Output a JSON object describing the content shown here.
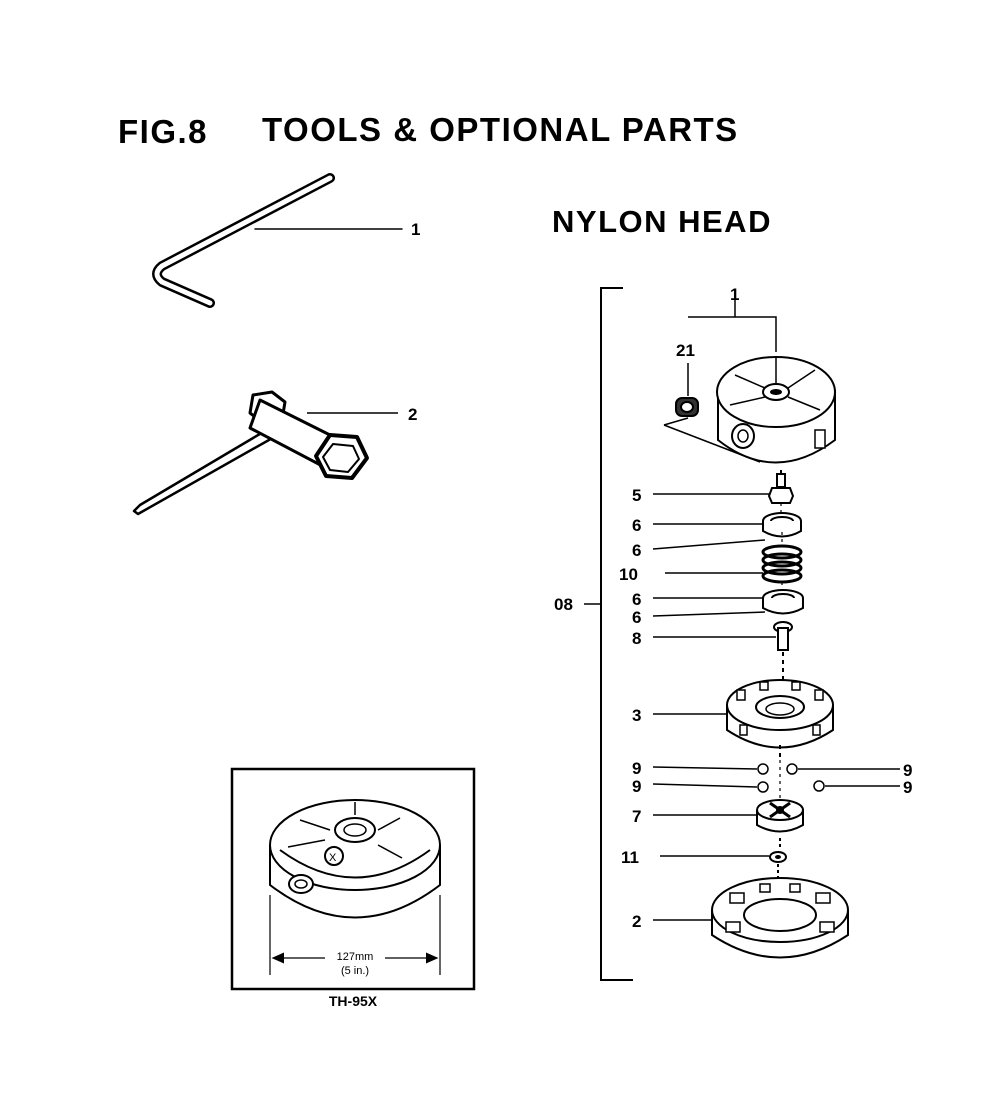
{
  "figure": {
    "fig_label": "FIG.8",
    "title": "TOOLS & OPTIONAL PARTS"
  },
  "nylon_head": {
    "title": "NYLON HEAD",
    "assembly_label": "08",
    "callouts": {
      "c1": "1",
      "c21": "21",
      "c5": "5",
      "c6a": "6",
      "c6b": "6",
      "c10": "10",
      "c6c": "6",
      "c6d": "6",
      "c8": "8",
      "c3": "3",
      "c9a": "9",
      "c9b": "9",
      "c9c": "9",
      "c9d": "9",
      "c7": "7",
      "c11": "11",
      "c2": "2"
    }
  },
  "tools": {
    "hex_wrench_label": "1",
    "socket_wrench_label": "2"
  },
  "option": {
    "dimension_mm": "127mm",
    "dimension_in": "(5 in.)",
    "model": "TH-95X"
  }
}
